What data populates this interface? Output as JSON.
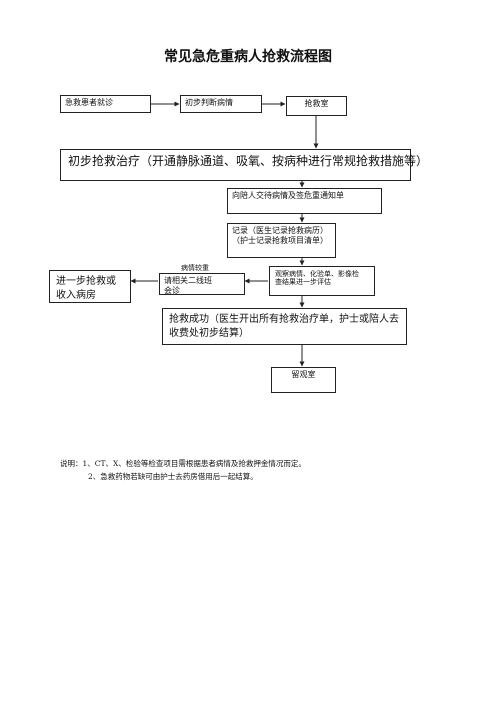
{
  "title": "常见急危重病人抢救流程图",
  "boxes": {
    "emergency_visit": "急救患者就诊",
    "initial_diagnosis": "初步判断病情",
    "rescue_room": "抢救室",
    "initial_treatment": "初步抢救治疗（开通静脉通道、吸氧、按病种进行常规抢救措施等）",
    "notify_family": "向陪人交待病情及签危重通知单",
    "record_line1": "记录（医生记录抢救病历）",
    "record_line2": "（护士记录抢救项目清单）",
    "observe_line1": "观察病情、化验单、影像检",
    "observe_line2": "查结果进一步评估",
    "consult_line1": "请相关二线班",
    "consult_line2": "会诊",
    "admit_line1": "进一步抢救或",
    "admit_line2": "收入病房",
    "success_line1": "抢救成功（医生开出所有抢救治疗单，护士或陪人去",
    "success_line2": "收费处初步结算）",
    "observation_room": "留观室"
  },
  "edge_labels": {
    "condition_change": "病情较重"
  },
  "notes": {
    "line1": "说明：1、CT、X、检验等检查项目需根据患者病情及抢救押金情况而定。",
    "line2": "2、急救药物若缺可由护士去药房借用后一起结算。"
  }
}
